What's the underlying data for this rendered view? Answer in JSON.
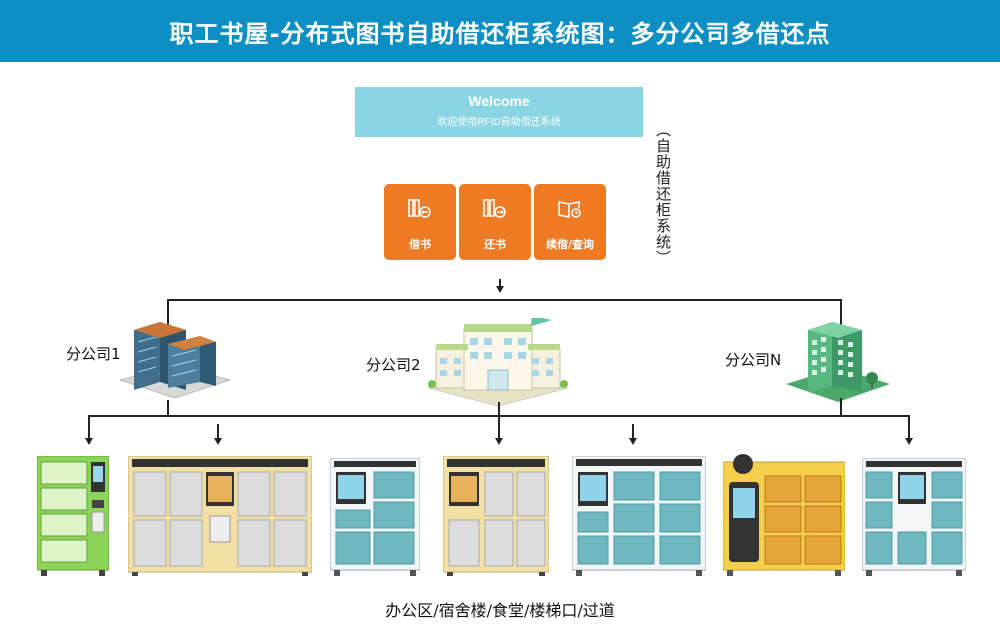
{
  "header": {
    "title": "职工书屋-分布式图书自助借还柜系统图：多分公司多借还点"
  },
  "welcome": {
    "title": "Welcome",
    "subtitle": "欢迎使用RFID自助借还系统"
  },
  "system_label": "（自助借还柜系统）",
  "menu": [
    {
      "label": "借书",
      "icon": "borrow-book-icon"
    },
    {
      "label": "还书",
      "icon": "return-book-icon"
    },
    {
      "label": "续借/查询",
      "icon": "renew-query-icon"
    }
  ],
  "branches": [
    {
      "label": "分公司1",
      "icon": "office-tower-icon"
    },
    {
      "label": "分公司2",
      "icon": "campus-building-icon"
    },
    {
      "label": "分公司N",
      "icon": "green-office-icon"
    }
  ],
  "footer": "办公区/宿舍楼/食堂/楼梯口/过道",
  "colors": {
    "header": "#0d8fc4",
    "welcome": "#8ad5e3",
    "button": "#ef7a24"
  }
}
